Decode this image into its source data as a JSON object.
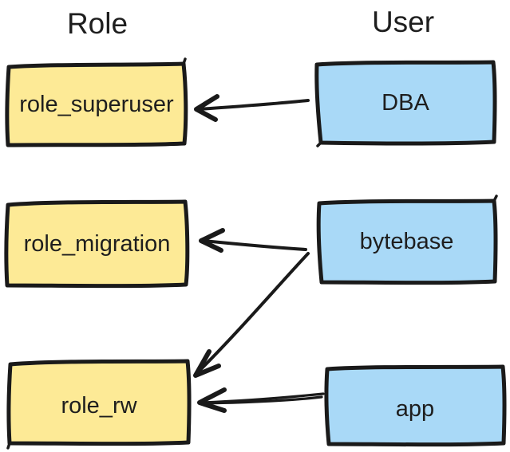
{
  "diagram": {
    "headers": {
      "left": "Role",
      "right": "User"
    },
    "colors": {
      "role_fill": "#fdea96",
      "user_fill": "#a9d9f7",
      "stroke": "#1a1a1a",
      "text": "#1e1e1e",
      "background": "#ffffff"
    },
    "nodes": [
      {
        "id": "role_superuser",
        "label": "role_superuser",
        "type": "role"
      },
      {
        "id": "role_migration",
        "label": "role_migration",
        "type": "role"
      },
      {
        "id": "role_rw",
        "label": "role_rw",
        "type": "role"
      },
      {
        "id": "DBA",
        "label": "DBA",
        "type": "user"
      },
      {
        "id": "bytebase",
        "label": "bytebase",
        "type": "user"
      },
      {
        "id": "app",
        "label": "app",
        "type": "user"
      }
    ],
    "edges": [
      {
        "from": "DBA",
        "to": "role_superuser"
      },
      {
        "from": "bytebase",
        "to": "role_migration"
      },
      {
        "from": "bytebase",
        "to": "role_rw"
      },
      {
        "from": "app",
        "to": "role_rw"
      }
    ]
  }
}
